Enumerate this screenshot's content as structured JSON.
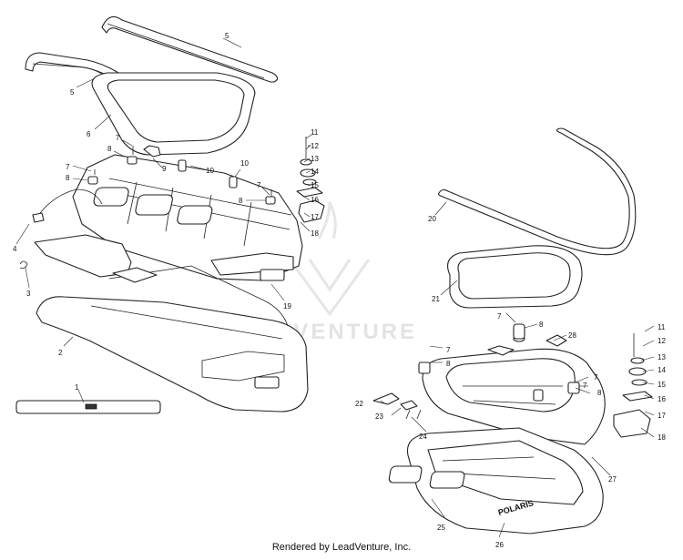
{
  "watermark": {
    "text": "LEADVENTURE"
  },
  "footer": {
    "text": "Rendered by LeadVenture, Inc."
  },
  "decal": {
    "text": "POLARIS"
  },
  "callouts": {
    "c1": "1",
    "c2": "2",
    "c3": "3",
    "c4": "4",
    "c5a": "5",
    "c5b": "5",
    "c6": "6",
    "c7a": "7",
    "c7b": "7",
    "c7c": "7",
    "c8a": "8",
    "c8b": "8",
    "c8c": "8",
    "c9": "9",
    "c10a": "10",
    "c10b": "10",
    "c11a": "11",
    "c12a": "12",
    "c13a": "13",
    "c14a": "14",
    "c15a": "15",
    "c16a": "16",
    "c17a": "17",
    "c18a": "18",
    "c19": "19",
    "c20": "20",
    "c21": "21",
    "c7d": "7",
    "c8d": "8",
    "c28": "28",
    "c7e": "7",
    "c8e": "8",
    "c7f": "7",
    "c7g": "7",
    "c8f": "8",
    "c22": "22",
    "c23": "23",
    "c24": "24",
    "c25": "25",
    "c26": "26",
    "c27": "27",
    "c11b": "11",
    "c12b": "12",
    "c13b": "13",
    "c14b": "14",
    "c15b": "15",
    "c16b": "16",
    "c17b": "17",
    "c18b": "18"
  }
}
